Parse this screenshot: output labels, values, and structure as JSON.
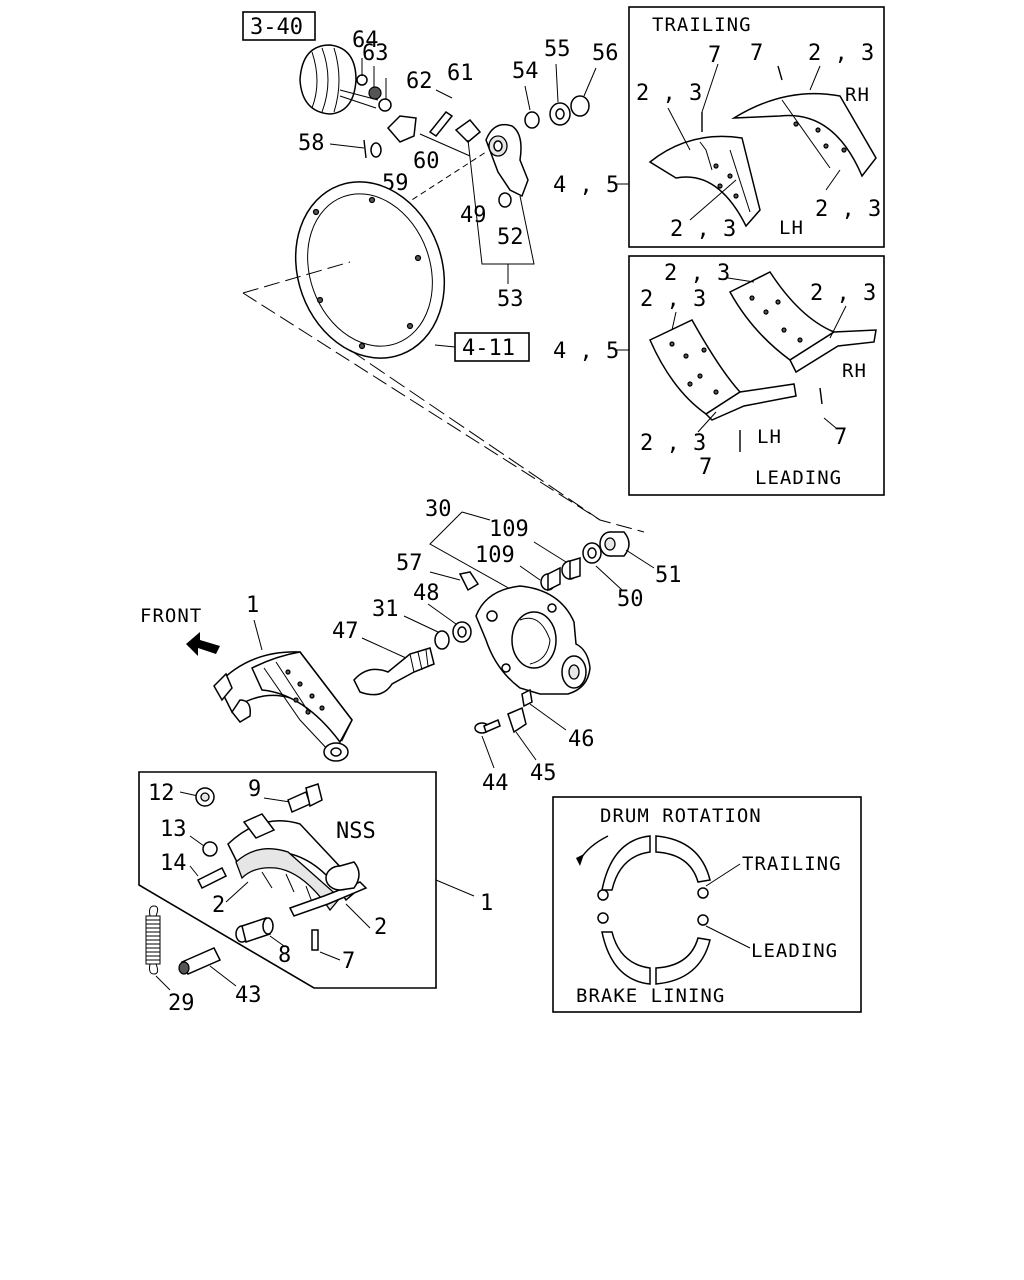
{
  "refs": {
    "top": "3-40",
    "plate": "4-11"
  },
  "callouts": {
    "c64": "64",
    "c63": "63",
    "c62": "62",
    "c61": "61",
    "c58": "58",
    "c59": "59",
    "c60": "60",
    "c54": "54",
    "c55": "55",
    "c56": "56",
    "c49": "49",
    "c52": "52",
    "c53": "53",
    "c30": "30",
    "c109a": "109",
    "c109b": "109",
    "c57": "57",
    "c51": "51",
    "c50": "50",
    "c31": "31",
    "c48": "48",
    "c47": "47",
    "c1": "1",
    "c46": "46",
    "c44": "44",
    "c45": "45",
    "c12": "12",
    "c9": "9",
    "c13": "13",
    "nss": "NSS",
    "c14": "14",
    "c2a": "2",
    "c2b": "2",
    "c8": "8",
    "c7": "7",
    "c1b": "1",
    "c29": "29",
    "c43": "43"
  },
  "trailing_box": {
    "title": "TRAILING",
    "rh": "RH",
    "lh": "LH",
    "c45": "4 , 5",
    "c7a": "7",
    "c7b": "7",
    "c23a": "2 , 3",
    "c23b": "2 , 3",
    "c23c": "2 , 3",
    "c23d": "2 , 3"
  },
  "leading_box": {
    "title": "LEADING",
    "rh": "RH",
    "lh": "LH",
    "c45": "4 , 5",
    "c23a": "2 , 3",
    "c23b": "2 , 3",
    "c23c": "2 , 3",
    "c23d": "2 , 3",
    "c7a": "7",
    "c7b": "7"
  },
  "rotation_box": {
    "title": "DRUM ROTATION",
    "trailing": "TRAILING",
    "leading": "LEADING",
    "footer": "BRAKE LINING"
  },
  "front": "FRONT"
}
